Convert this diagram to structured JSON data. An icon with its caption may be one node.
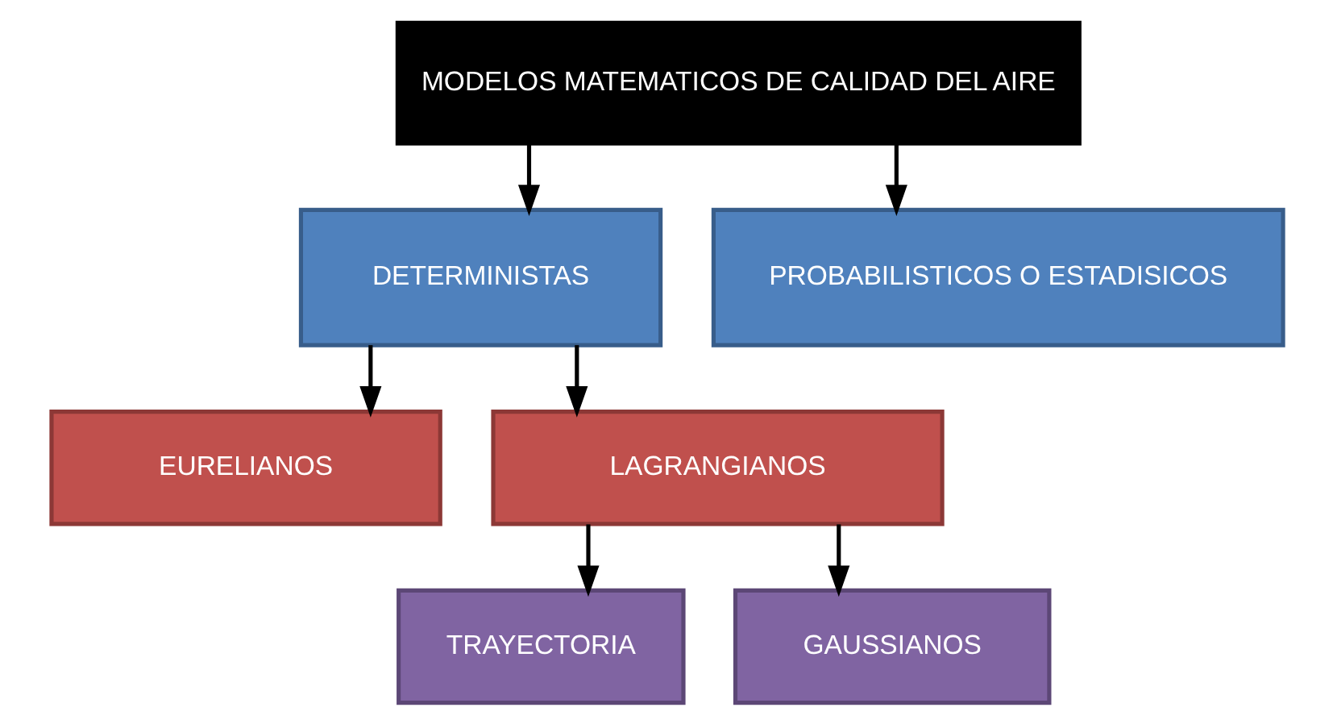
{
  "diagram": {
    "nodes": [
      {
        "text": [
          "MODELOS MATEMATICOS DE CALIDAD DEL AIRE"
        ]
      },
      {
        "text": [
          "DETERMINISTAS"
        ]
      },
      {
        "text": [
          "PROBABILISTICOS O ESTADISICOS"
        ]
      },
      {
        "text": [
          "EURELIANOS"
        ]
      },
      {
        "text": [
          "LAGRANGIANOS"
        ]
      },
      {
        "text": [
          "TRAYECTORIA"
        ]
      },
      {
        "text": [
          "GAUSSIANOS"
        ]
      }
    ],
    "edges": [
      {
        "from": 0,
        "to": 1,
        "arrow": "to"
      },
      {
        "from": 0,
        "to": 2,
        "arrow": "to"
      },
      {
        "from": 1,
        "to": 3,
        "arrow": "to"
      },
      {
        "from": 1,
        "to": 4,
        "arrow": "to"
      },
      {
        "from": 4,
        "to": 5,
        "arrow": "to"
      },
      {
        "from": 4,
        "to": 6,
        "arrow": "to"
      }
    ]
  }
}
